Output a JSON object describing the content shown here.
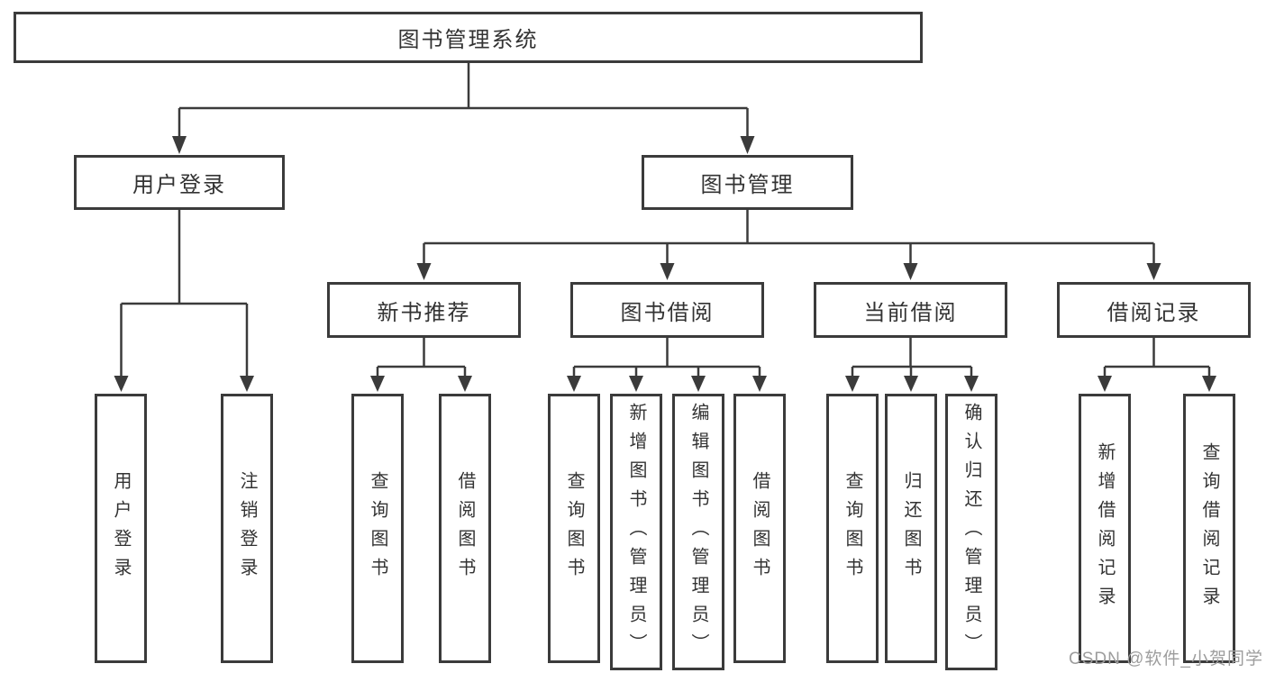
{
  "tree": {
    "root": {
      "label": "图书管理系统"
    },
    "branches": [
      {
        "label": "用户登录",
        "leaves": [
          {
            "label": "用户登录"
          },
          {
            "label": "注销登录"
          }
        ]
      },
      {
        "label": "图书管理",
        "groups": [
          {
            "label": "新书推荐",
            "leaves": [
              {
                "label": "查询图书"
              },
              {
                "label": "借阅图书"
              }
            ]
          },
          {
            "label": "图书借阅",
            "leaves": [
              {
                "label": "查询图书"
              },
              {
                "label": "新增图书（管理员）"
              },
              {
                "label": "编辑图书（管理员）"
              },
              {
                "label": "借阅图书"
              }
            ]
          },
          {
            "label": "当前借阅",
            "leaves": [
              {
                "label": "查询图书"
              },
              {
                "label": "归还图书"
              },
              {
                "label": "确认归还（管理员）"
              }
            ]
          },
          {
            "label": "借阅记录",
            "leaves": [
              {
                "label": "新增借阅记录"
              },
              {
                "label": "查询借阅记录"
              }
            ]
          }
        ]
      }
    ]
  },
  "watermark": "CSDN @软件_小贺同学",
  "colors": {
    "line": "#3b3b3b",
    "border": "#3b3b3b",
    "text": "#333333",
    "watermark": "#9d9d9d"
  }
}
